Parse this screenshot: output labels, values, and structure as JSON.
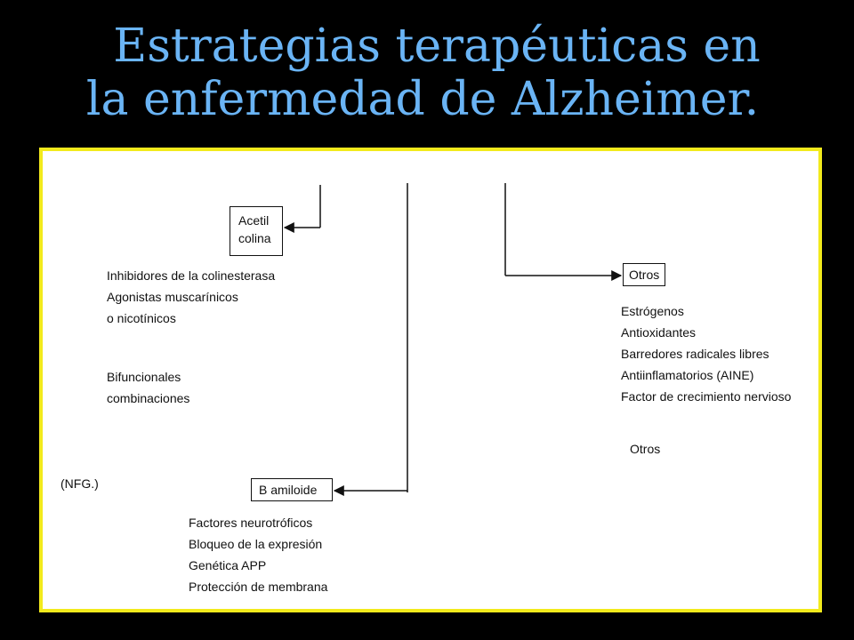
{
  "title": {
    "line1": "Estrategias terapéuticas en",
    "line2": "la enfermedad de Alzheimer."
  },
  "colors": {
    "background": "#000000",
    "title": "#6ab4f5",
    "panel_border": "#f2ea1c",
    "panel_background": "#ffffff",
    "ink": "#111111"
  },
  "diagram": {
    "acetil_box": {
      "line1": "Acetil",
      "line2": "colina"
    },
    "acetil_items": [
      "Inhibidores de la colinesterasa",
      "Agonistas muscarínicos",
      "o nicotínicos"
    ],
    "bifuncional_items": [
      "Bifuncionales",
      "combinaciones"
    ],
    "otros_box": "Otros",
    "otros_items": [
      "Estrógenos",
      "Antioxidantes",
      "Barredores radicales libres",
      "Antiinflamatorios (AINE)",
      "Factor de crecimiento nervioso"
    ],
    "otros_extra": "Otros",
    "nfg_label": "(NFG.)",
    "amiloide_box": "B amiloide",
    "amiloide_items": [
      "Factores neurotróficos",
      "Bloqueo de la expresión",
      "Genética APP",
      "Protección de membrana"
    ]
  }
}
